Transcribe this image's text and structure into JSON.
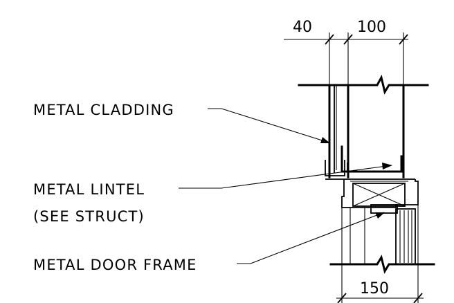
{
  "labels": {
    "cladding": "METAL CLADDING",
    "lintel_line1": "METAL LINTEL",
    "lintel_line2": "(SEE STRUCT)",
    "door_frame": "METAL DOOR FRAME"
  },
  "dimensions": {
    "top_left": "40",
    "top_right": "100",
    "bottom": "150"
  }
}
